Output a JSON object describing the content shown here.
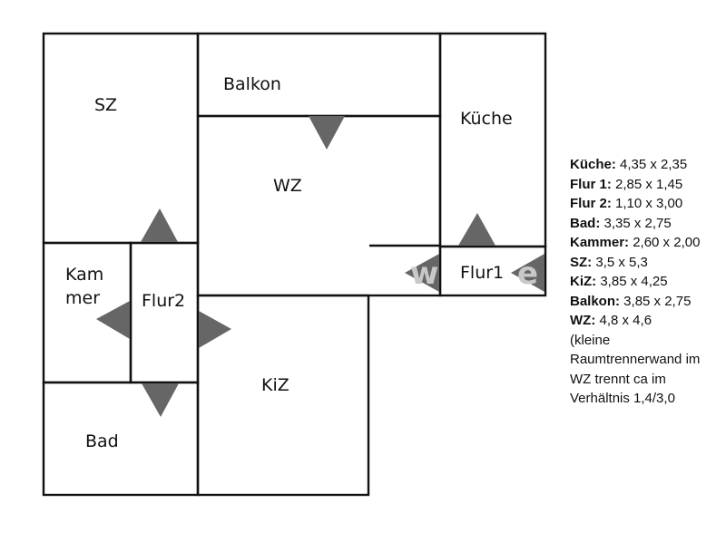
{
  "rooms": {
    "sz": "SZ",
    "balkon": "Balkon",
    "kueche": "Küche",
    "wz": "WZ",
    "kammer_line1": "Kam",
    "kammer_line2": "mer",
    "flur2": "Flur2",
    "flur1": "Flur1",
    "kiz": "KiZ",
    "bad": "Bad"
  },
  "colors": {
    "walls": "#111111",
    "arrows": "#666666",
    "watermark": "#c8c8c8"
  },
  "watermark": {
    "left": "w",
    "right": "e"
  },
  "legend": {
    "items": [
      {
        "key": "Küche:",
        "value": " 4,35 x 2,35"
      },
      {
        "key": "Flur 1:",
        "value": " 2,85 x 1,45"
      },
      {
        "key": "Flur 2:",
        "value": " 1,10 x 3,00"
      },
      {
        "key": "Bad:",
        "value": " 3,35 x 2,75"
      },
      {
        "key": "Kammer:",
        "value": " 2,60 x 2,00"
      },
      {
        "key": "SZ:",
        "value": " 3,5 x 5,3"
      },
      {
        "key": "KiZ:",
        "value": " 3,85 x 4,25"
      },
      {
        "key": "Balkon:",
        "value": " 3,85 x 2,75"
      },
      {
        "key": "WZ:",
        "value": " 4,8 x 4,6"
      }
    ],
    "note_lines": [
      "(kleine",
      "Raumtrennerwand im",
      "WZ trennt ca im",
      "Verhältnis 1,4/3,0"
    ]
  }
}
